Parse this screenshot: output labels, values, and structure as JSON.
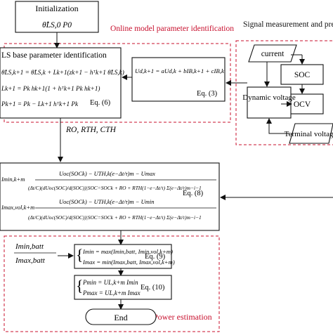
{
  "colors": {
    "stroke": "#111111",
    "accent": "#c8102e",
    "background": "#ffffff"
  },
  "blocks": {
    "init": {
      "title": "Initialization",
      "params": "θ̂LS,0   P0"
    },
    "ls": {
      "title": "LS base parameter identification",
      "line1": "θ̂LS,k+1 = θ̂LS,k + Lk+1(zk+1 − hᵀk+1 θ̂LS,k)",
      "line2": "Lk+1 = Pk hk+1(1 + hᵀk+1 Pk hk+1)",
      "line3": "Pk+1 = Pk − Lk+1 hᵀk+1 Pk",
      "eq": "Eq. (6)"
    },
    "ud": {
      "formula": "Ud,k+1 = aUd,k + bIB,k+1 + cIB,k",
      "eq": "Eq. (3)"
    },
    "params_out": "RO, RTH, CTH",
    "big": {
      "line1_lhs": "Imin,k+m",
      "line1_num": "Uoc(SOCk) − UTH,k(e−Δt/τ)m − Umax",
      "line1_den": "(Δt/C)(dUoc(SOC)/d(SOC))|SOC=SOCk + RO + RTH(1−e−Δt/τ) Σ(e−Δt/τ)m−i−1",
      "line2_lhs": "Imax,vol,k+m",
      "line2_num": "Uoc(SOCk) − UTH,k(e−Δt/τ)m − Umin",
      "line2_den": "(Δt/C)(dUoc(SOC)/d(SOC))|SOC=SOCk + RO + RTH(1−e−Δt/τ) Σ(e−Δt/τ)m−i−1",
      "eq": "Eq. (8)"
    },
    "batt_min": "Imin,batt",
    "batt_max": "Imax,batt",
    "eq9": {
      "line1": "Imin = max(Imin,batt, Imin,vol,k+m)",
      "line2": "Imax = min(Imax,batt, Imax,vol,k+m)",
      "eq": "Eq. (9)"
    },
    "eq10": {
      "line1": "Pmin = UL,k+m Imin",
      "line2": "Pmax = UL,k+m Imax",
      "eq": "Eq. (10)"
    },
    "end": "End"
  },
  "regions": {
    "online": "Online model parameter identification",
    "signal": "Signal measurement and preprocessing",
    "power": "Power estimation"
  },
  "signal_blocks": {
    "current": "current",
    "soc": "SOC",
    "ocv": "OCV",
    "dynamic": "Dynamic voltage",
    "terminal": "Terminal voltage"
  }
}
